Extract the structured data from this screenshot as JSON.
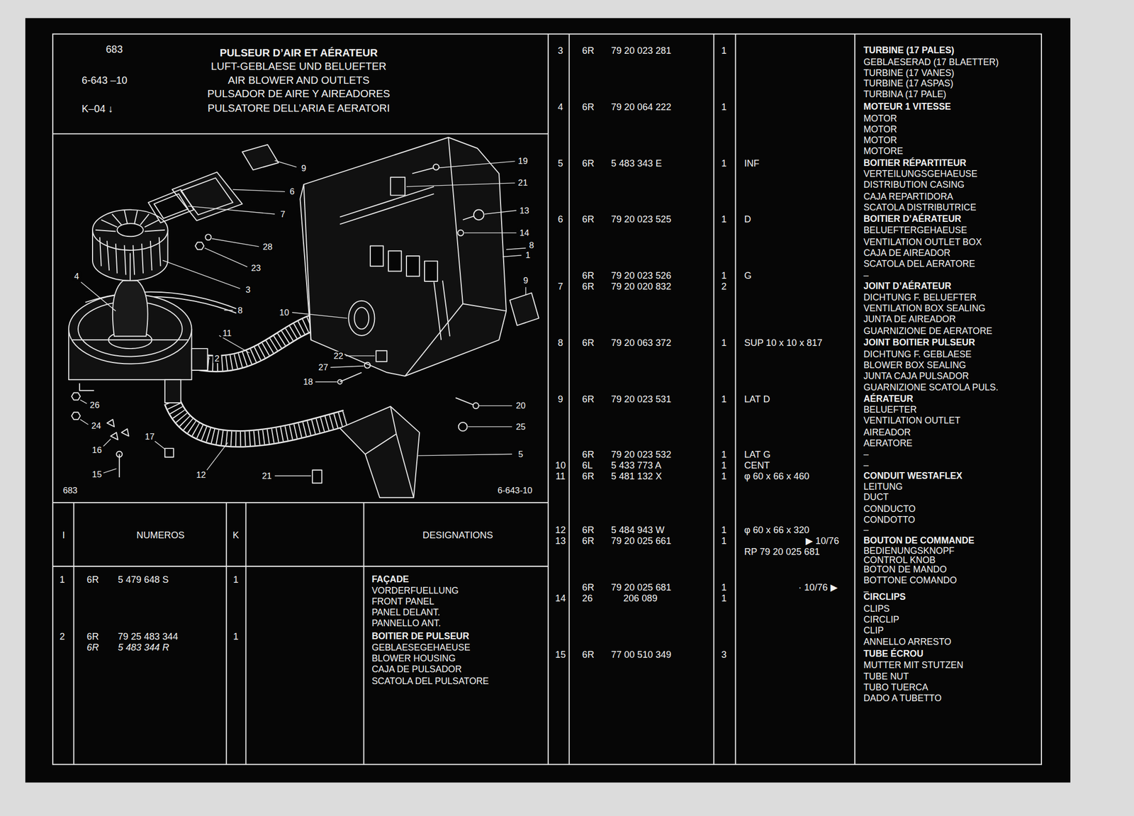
{
  "diagram": {
    "title": "PULSEUR D’AIR ET AÉRATEUR",
    "labels": [
      "683",
      "6-643 –10",
      "K–04 ↓",
      "LUFT-GEBLAESE UND BELUEFTER",
      "AIR BLOWER AND OUTLETS",
      "PULSADOR DE AIRE Y AIREADORES",
      "PULSATORE DELL’ARIA E AERATORI",
      "19",
      "21",
      "9",
      "6",
      "13",
      "7",
      "14",
      "8",
      "1",
      "28",
      "23",
      "4",
      "9",
      "3",
      "8",
      "10",
      "11",
      "2",
      "22",
      "27",
      "18",
      "26",
      "20",
      "24",
      "25",
      "17",
      "16",
      "5",
      "15",
      "12",
      "21",
      "683",
      "6-643-10",
      "I",
      "NUMEROS",
      "K",
      "DESIGNATIONS",
      "1",
      "6R",
      "5 479 648 S",
      "1",
      "FAÇADE",
      "VORDERFUELLUNG",
      "FRONT PANEL",
      "PANEL DELANT.",
      "PANNELLO ANT.",
      "2",
      "6R",
      "79 25 483 344",
      "1",
      "6R",
      "5 483 344 R",
      "BOITIER DE PULSEUR",
      "GEBLAESEGEHAEUSE",
      "BLOWER HOUSING",
      "CAJA DE PULSADOR",
      "SCATOLA DEL PULSATORE",
      "3",
      "6R",
      "79 20 023 281",
      "1",
      "TURBINE (17 PALES)",
      "GEBLAESERAD (17 BLAETTER)",
      "TURBINE (17 VANES)",
      "TURBINE (17 ASPAS)",
      "TURBINA (17 PALE)",
      "4",
      "6R",
      "79 20 064 222",
      "1",
      "MOTEUR 1 VITESSE",
      "MOTOR",
      "MOTOR",
      "MOTOR",
      "MOTORE",
      "5",
      "6R",
      "5 483 343 E",
      "1",
      "INF",
      "BOITIER RÉPARTITEUR",
      "VERTEILUNGSGEHAEUSE",
      "DISTRIBUTION CASING",
      "CAJA REPARTIDORA",
      "SCATOLA DISTRIBUTRICE",
      "6",
      "6R",
      "79 20 023 525",
      "1",
      "D",
      "BOITIER D’AÉRATEUR",
      "BELUEFTERGEHAEUSE",
      "VENTILATION OUTLET BOX",
      "CAJA DE AIREADOR",
      "SCATOLA DEL AERATORE",
      "6R",
      "79 20 023 526",
      "1",
      "G",
      "–",
      "7",
      "6R",
      "79 20 020 832",
      "2",
      "JOINT D’AÉRATEUR",
      "DICHTUNG F. BELUEFTER",
      "VENTILATION BOX SEALING",
      "JUNTA DE AIREADOR",
      "GUARNIZIONE DE AERATORE",
      "8",
      "6R",
      "79 20 063 372",
      "1",
      "SUP 10 x 10 x 817",
      "JOINT BOITIER PULSEUR",
      "DICHTUNG F. GEBLAESE",
      "BLOWER BOX SEALING",
      "JUNTA CAJA PULSADOR",
      "GUARNIZIONE SCATOLA PULS.",
      "9",
      "6R",
      "79 20 023 531",
      "1",
      "LAT D",
      "AÉRATEUR",
      "BELUEFTER",
      "VENTILATION OUTLET",
      "AIREADOR",
      "AERATORE",
      "6R",
      "79 20 023 532",
      "1",
      "LAT G",
      "–",
      "10",
      "6L",
      "5 433 773 A",
      "1",
      "CENT",
      "–",
      "11",
      "6R",
      "5 481 132 X",
      "1",
      "φ 60 x 66 x 460",
      "CONDUIT WESTAFLEX",
      "LEITUNG",
      "DUCT",
      "CONDUCTO",
      "CONDOTTO",
      "12",
      "6R",
      "5 484 943 W",
      "1",
      "φ 60 x 66 x 320",
      "–",
      "13",
      "6R",
      "79 20 025 661",
      "1",
      "▶ 10/76",
      "RP 79 20 025 681",
      "BOUTON DE COMMANDE",
      "BEDIENUNGSKNOPF",
      "CONTROL KNOB",
      "BOTON DE MANDO",
      "BOTTONE COMANDO",
      "6R",
      "79 20 025 681",
      "1",
      "· 10/76 ▶",
      "–",
      "14",
      "26",
      "206 089",
      "1",
      "CIRCLIPS",
      "CLIPS",
      "CIRCLIP",
      "CLIP",
      "ANNELLO ARRESTO",
      "15",
      "6R",
      "77 00 510 349",
      "3",
      "TUBE ÉCROU",
      "MUTTER MIT STUTZEN",
      "TUBE NUT",
      "TUBO TUERCA",
      "DADO A TUBETTO"
    ]
  }
}
